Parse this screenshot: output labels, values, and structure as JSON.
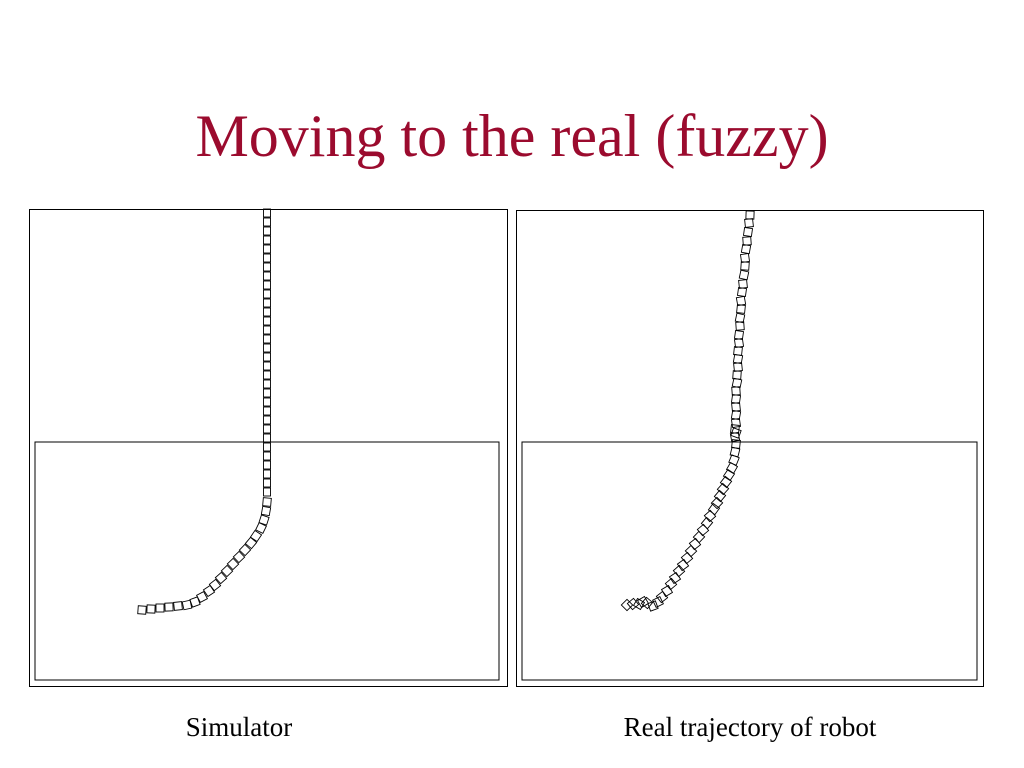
{
  "slide": {
    "title": "Moving to the real (fuzzy)",
    "captions": {
      "simulator": "Simulator",
      "real": "Real trajectory of robot"
    }
  },
  "colors": {
    "title": "#9b0b2e",
    "stroke": "#000000",
    "background": "#ffffff"
  }
}
